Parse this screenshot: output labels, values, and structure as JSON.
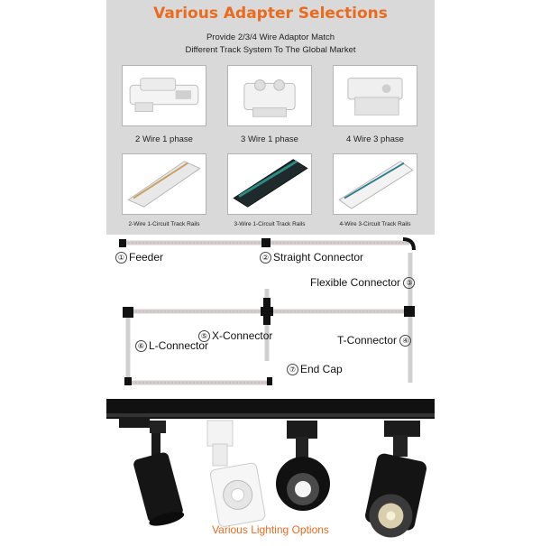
{
  "header": {
    "title": "Various Adapter Selections",
    "subtitle_line1": "Provide 2/3/4 Wire Adaptor Match",
    "subtitle_line2": "Different Track System To The Global Market"
  },
  "adapters": [
    {
      "label": "2 Wire 1 phase",
      "icon": "adapter-2-wire-icon"
    },
    {
      "label": "3 Wire 1 phase",
      "icon": "adapter-3-wire-icon"
    },
    {
      "label": "4 Wire 3 phase",
      "icon": "adapter-4-wire-icon"
    }
  ],
  "rails": [
    {
      "label": "2-Wire 1-Circuit Track Rails",
      "color": "#e8e8e8"
    },
    {
      "label": "3-Wire 1-Circuit Track Rails",
      "color": "#1f2a2c"
    },
    {
      "label": "4-Wire 3-Circuit Track Rails",
      "color": "#f2f2f2"
    }
  ],
  "diagram": {
    "labels": [
      {
        "num": "①",
        "text": "Feeder"
      },
      {
        "num": "②",
        "text": "Straight Connector"
      },
      {
        "num": "③",
        "text": "Flexible Connector"
      },
      {
        "num": "⑤",
        "text": "X-Connector"
      },
      {
        "num": "④",
        "text": "T-Connector"
      },
      {
        "num": "⑥",
        "text": "L-Connector"
      },
      {
        "num": "⑦",
        "text": "End Cap"
      }
    ]
  },
  "footer": {
    "text": "Various Lighting Options"
  },
  "colors": {
    "accent": "#ea6a1e",
    "panel": "#d9d9d9"
  }
}
